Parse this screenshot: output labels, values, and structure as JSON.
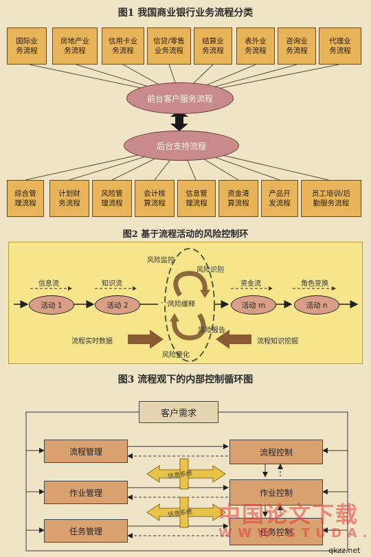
{
  "figure1": {
    "title": "图1  我国商业银行业务流程分类",
    "top_boxes": [
      "国际业\n务流程",
      "房地产业\n务流程",
      "信用卡业\n务流程",
      "信贷/零售\n业务流程",
      "结算业\n务流程",
      "表外业\n务流程",
      "咨询业\n务流程",
      "代理业\n务流程"
    ],
    "front_process": "前台客户服务流程",
    "back_process": "后台支持流程",
    "bottom_boxes": [
      "综合管\n理流程",
      "计划财\n务流程",
      "风险管\n理流程",
      "会计核\n算流程",
      "信息管\n理流程",
      "资金清\n算流程",
      "产品开\n发流程",
      "员工培训/后\n勤服务流程"
    ]
  },
  "figure2": {
    "title": "图2  基于流程活动的风险控制环",
    "activities": [
      "活动 1",
      "活动 2",
      "活动 m",
      "活动 n"
    ],
    "flows": [
      "信息流",
      "知识流",
      "资金流",
      "角色变换"
    ],
    "risk_monitor": "风险监控",
    "risk_identify": "风险识别",
    "risk_mitigate": "风险缓释",
    "risk_report": "风险报告",
    "risk_quantify": "风险量化",
    "realtime_data": "流程实时数据",
    "knowledge_mining": "流程知识挖掘",
    "dots": "· · ·"
  },
  "figure3": {
    "title": "图3  流程观下的内部控制循环图",
    "customer_need": "客户需求",
    "left_boxes": [
      "流程管理",
      "作业管理",
      "任务管理"
    ],
    "right_boxes": [
      "流程控制",
      "作业控制",
      "任务控制"
    ],
    "info_system": "信息系统"
  },
  "watermark": {
    "text": "中国论文下载",
    "sub": "W W W . S T U D A .",
    "site": "qkzz.net"
  }
}
